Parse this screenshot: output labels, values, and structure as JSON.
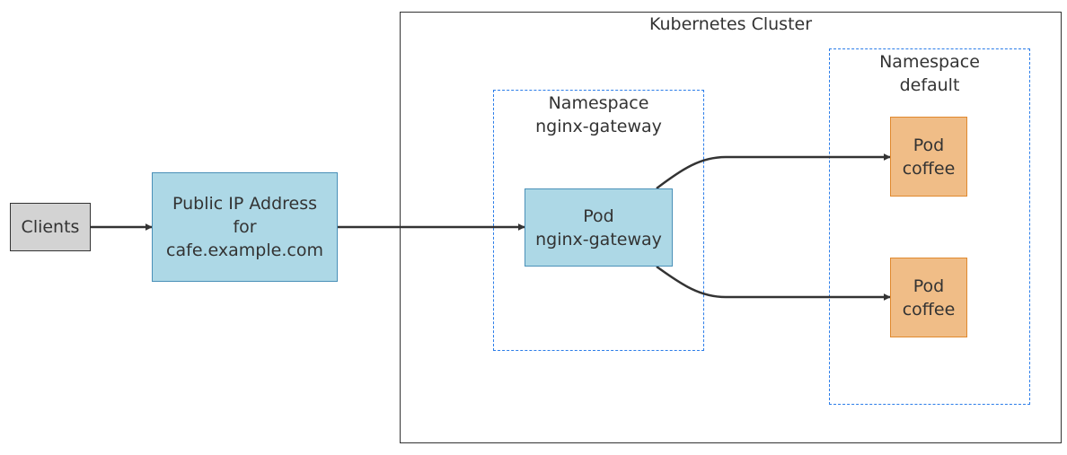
{
  "diagram": {
    "cluster": {
      "label": "Kubernetes Cluster"
    },
    "namespaces": {
      "gateway": {
        "line1": "Namespace",
        "line2": "nginx-gateway"
      },
      "default": {
        "line1": "Namespace",
        "line2": "default"
      }
    },
    "nodes": {
      "clients": {
        "label": "Clients"
      },
      "public_ip": {
        "line1": "Public IP Address",
        "line2": "for",
        "line3": "cafe.example.com"
      },
      "gateway_pod": {
        "line1": "Pod",
        "line2": "nginx-gateway"
      },
      "coffee_pod_1": {
        "line1": "Pod",
        "line2": "coffee"
      },
      "coffee_pod_2": {
        "line1": "Pod",
        "line2": "coffee"
      }
    },
    "colors": {
      "client_fill": "#d3d3d3",
      "public_ip_fill": "#add8e6",
      "gateway_fill": "#add8e6",
      "coffee_fill": "#f0bd87",
      "namespace_border": "#2b7de9",
      "edge": "#333333"
    }
  }
}
